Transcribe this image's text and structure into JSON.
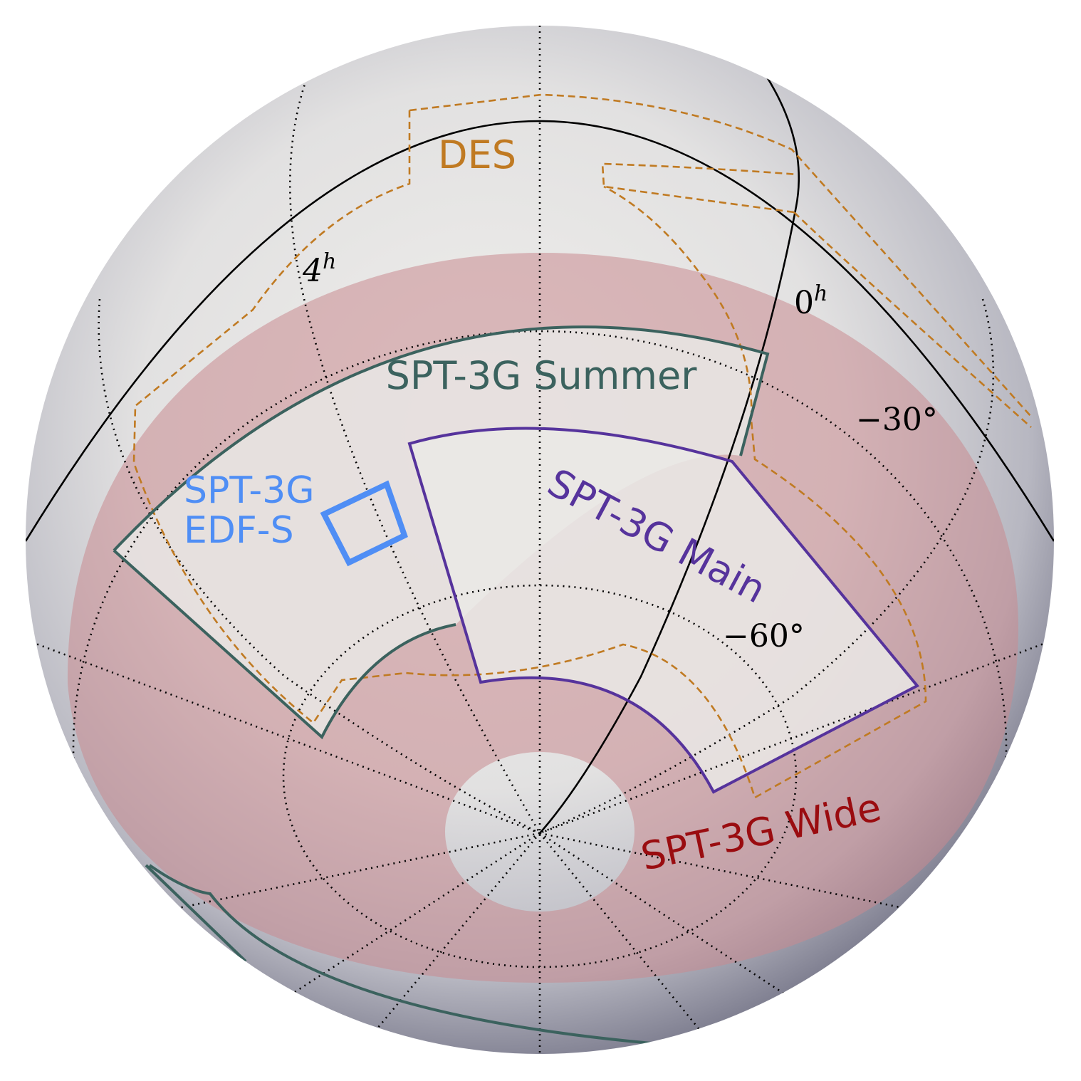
{
  "title": "SPT-3G survey footprints (orthographic sky projection)",
  "colors": {
    "wide": "#c88a8f",
    "summer": "#3b625e",
    "main": "#56339c",
    "edfs": "#4f8ef5",
    "des": "#c07a22",
    "wide_label": "#9a0c10"
  },
  "fields": {
    "des": {
      "label": "DES"
    },
    "summer": {
      "label": "SPT-3G Summer"
    },
    "main": {
      "label": "SPT-3G Main"
    },
    "edfs": {
      "label_line1": "SPT-3G",
      "label_line2": "EDF-S"
    },
    "wide": {
      "label": "SPT-3G Wide"
    }
  },
  "grid_labels": {
    "ra_4h": "4",
    "ra_0h": "0",
    "ra_unit": "h",
    "dec_30": "−30°",
    "dec_60": "−60°"
  }
}
